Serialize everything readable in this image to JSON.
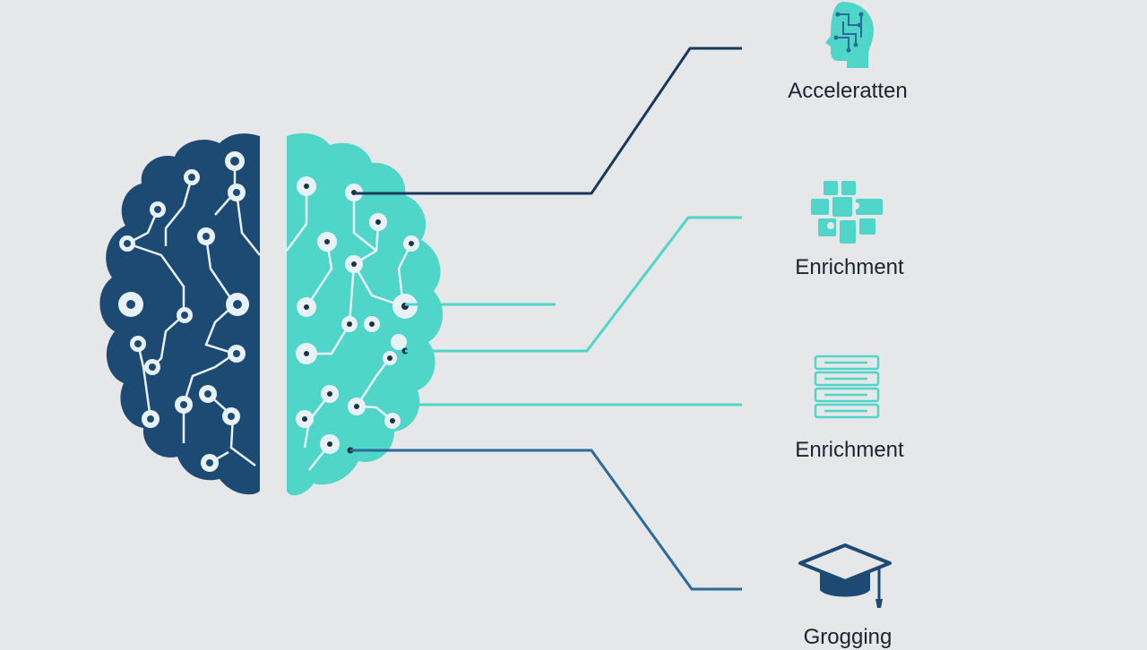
{
  "colors": {
    "background": "#e6e7e9",
    "navy": "#1d4a73",
    "teal": "#4fd6c8",
    "dark_line": "#163a5a",
    "blue_line": "#2a6a9c",
    "node_fill": "#e8f2f6"
  },
  "labels": {
    "top": "Acceleratten",
    "second": "Enrichment",
    "third": "Enrichment",
    "bottom": "Grogging"
  },
  "icons": {
    "top": "brain-head-icon",
    "second": "puzzle-icon",
    "third": "stacked-books-icon",
    "bottom": "graduation-cap-icon"
  }
}
